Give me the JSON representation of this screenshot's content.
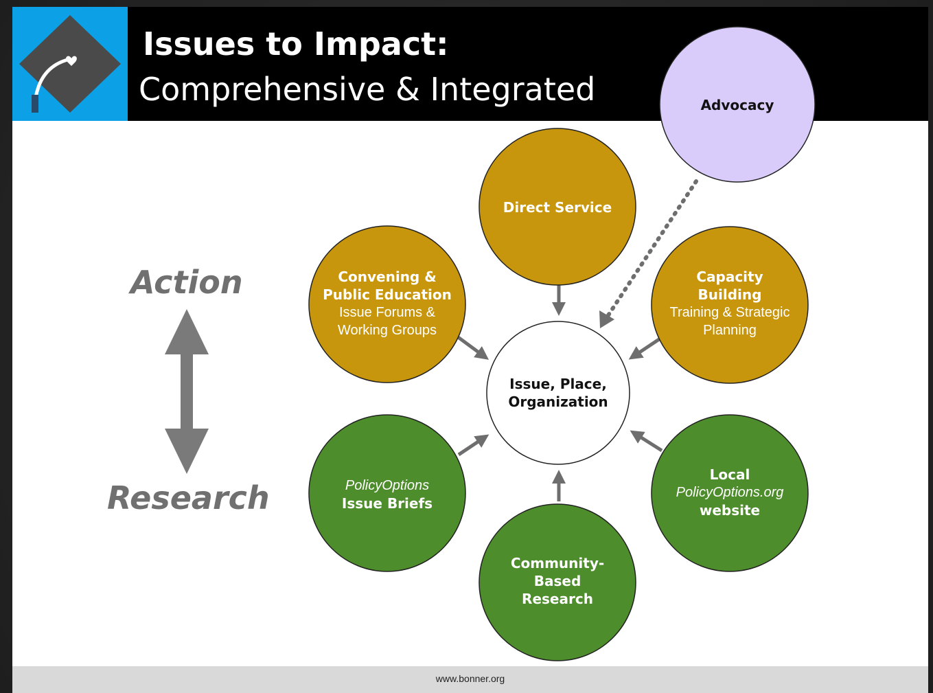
{
  "header": {
    "title": "Issues to Impact:",
    "subtitle": "Comprehensive & Integrated"
  },
  "axis": {
    "top_label": "Action",
    "bottom_label": "Research"
  },
  "center": {
    "line1": "Issue, Place,",
    "line2": "Organization"
  },
  "nodes": {
    "advocacy": {
      "title": "Advocacy"
    },
    "direct_service": {
      "title": "Direct Service"
    },
    "convening": {
      "title1": "Convening &",
      "title2": "Public Education",
      "sub1": "Issue Forums &",
      "sub2": "Working Groups"
    },
    "capacity": {
      "title1": "Capacity",
      "title2": "Building",
      "sub1": "Training & Strategic",
      "sub2": "Planning"
    },
    "policy_briefs": {
      "italic": "PolicyOptions",
      "title": "Issue Briefs"
    },
    "local": {
      "title": "Local",
      "italic": "PolicyOptions.org",
      "sub": "website"
    },
    "community": {
      "title1": "Community-",
      "title2": "Based",
      "title3": "Research"
    }
  },
  "colors": {
    "action": "#c8960c",
    "research": "#4e8d2c",
    "advocacy": "#d9ccfa",
    "logo_bg": "#0ca0e6",
    "arrow": "#6e6e6e"
  },
  "footer": {
    "url": "www.bonner.org"
  }
}
